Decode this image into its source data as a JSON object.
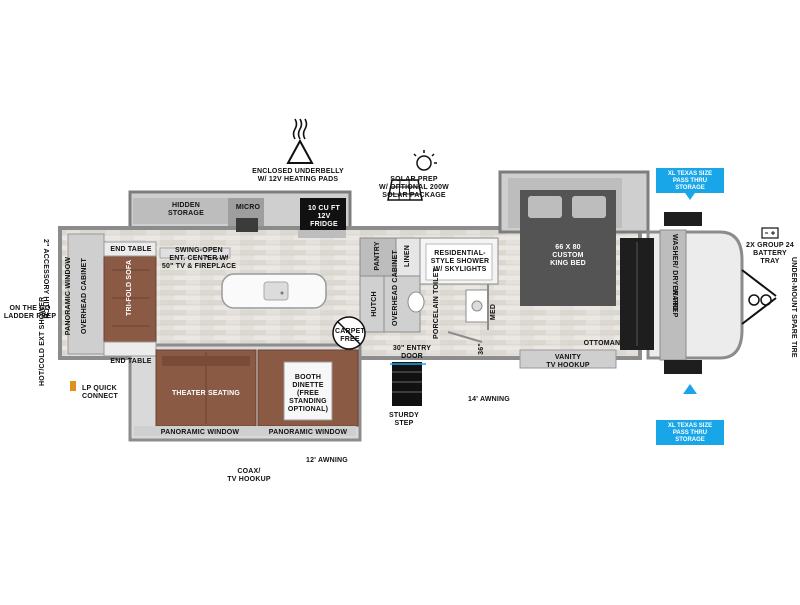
{
  "labels": {
    "heating_pads": "ENCLOSED UNDERBELLY\nW/ 12V HEATING PADS",
    "solar": "SOLAR PREP\nW/ OPTIONAL 200W\nSOLAR PACKAGE",
    "hidden_storage": "HIDDEN\nSTORAGE",
    "micro": "MICRO",
    "fridge": "10 CU FT\n12V\nFRIDGE",
    "end_table_top": "END TABLE",
    "end_table_bottom": "END TABLE",
    "tri_fold_sofa": "TRI-FOLD\nSOFA",
    "panoramic_window_side": "PANORAMIC WINDOW",
    "overhead_cabinet_side": "OVERHEAD CABINET",
    "swing_open": "SWING-OPEN\nENT. CENTER W/\n50\" TV & FIREPLACE",
    "accessory_hitch": "2\" ACCESSORY\nHITCH",
    "ladder_prep": "ON THE GO\nLADDER PREP",
    "ext_shower": "HOT/COLD\nEXT SHOWER",
    "lp_quick": "LP QUICK\nCONNECT",
    "theater_seating": "THEATER SEATING",
    "panoramic_window_1": "PANORAMIC WINDOW",
    "panoramic_window_2": "PANORAMIC WINDOW",
    "booth_dinette": "BOOTH\nDINETTE\n(FREE\nSTANDING\nOPTIONAL)",
    "coax": "COAX/\nTV HOOKUP",
    "awning_12": "12' AWNING",
    "pantry": "PANTRY",
    "linen": "LINEN",
    "hutch": "HUTCH",
    "overhead_cabinet_mid": "OVERHEAD\nCABINET",
    "carpet_free": "CARPET\nFREE",
    "residential_shower": "RESIDENTIAL-\nSTYLE SHOWER\nW/ SKYLIGHTS",
    "porcelain_toilet": "PORCELAIN\nTOILET",
    "med": "MED",
    "entry_door": "30\" ENTRY\nDOOR",
    "dim_36": "36\"",
    "sturdy_step": "STURDY\nSTEP",
    "awning_14": "14' AWNING",
    "king_bed": "66 X 80\nCUSTOM\nKING BED",
    "ottoman": "OTTOMAN",
    "vanity": "VANITY\nTV HOOKUP",
    "washer_dryer": "WASHER/\nDRYER\nPREP",
    "ward": "WARD",
    "xl_top": "XL TEXAS SIZE\nPASS THRU\nSTORAGE",
    "xl_bottom": "XL TEXAS SIZE\nPASS THRU\nSTORAGE",
    "battery": "2X GROUP 24\nBATTERY\nTRAY",
    "spare_tire": "UNDER-MOUNT\nSPARE TIRE"
  },
  "colors": {
    "accent_blue": "#19a6e8",
    "wall_gray": "#8c8c8c",
    "sofa_brown": "#8a5a44",
    "bed_dark": "#545454",
    "floor_light": "#e6e3de"
  }
}
